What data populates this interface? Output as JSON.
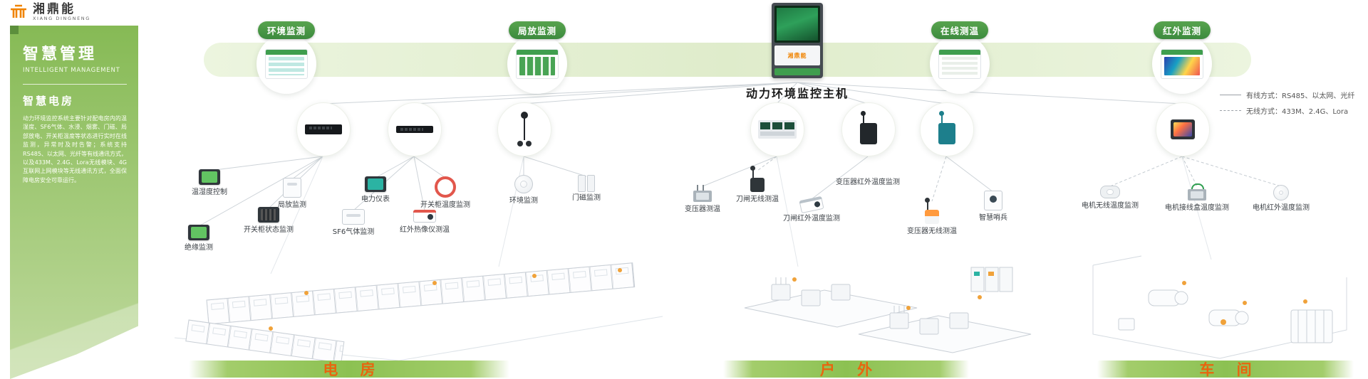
{
  "brand": {
    "logo_text": "湘鼎能",
    "logo_sub": "XIANG DINGNENG"
  },
  "sidebar": {
    "title": "智慧管理",
    "subtitle": "INTELLIGENT MANAGEMENT",
    "section_title": "智慧电房",
    "description": "动力环境监控系统主要针对配电房内的温湿度、SF6气体、水浸、烟雾、门磁、局部放电、开关柜温度等状态进行实时在线监测，异常时及时告警；系统支持RS485、以太网、光纤等有线通讯方式，以及433M、2.4G、Lora无线模块、4G互联网上网模块等无线通讯方式，全面保障电房安全可靠运行。"
  },
  "legend": {
    "wired_label": "有线方式：RS485、以太网、光纤",
    "wireless_label": "无线方式：433M、2.4G、Lora"
  },
  "host": {
    "label": "动力环境监控主机",
    "brand": "湘鼎能"
  },
  "badges": [
    {
      "label": "环境监测"
    },
    {
      "label": "局放监测"
    },
    {
      "label": "在线测温"
    },
    {
      "label": "红外监测"
    }
  ],
  "sections": [
    {
      "id": "power-room",
      "banner": "电 房",
      "devices": [
        {
          "label": "温湿度控制"
        },
        {
          "label": "局放监测"
        },
        {
          "label": "电力仪表"
        },
        {
          "label": "开关柜温度监测"
        },
        {
          "label": "环境监测"
        },
        {
          "label": "门磁监测"
        },
        {
          "label": "开关柜状态监测"
        },
        {
          "label": "SF6气体监测"
        },
        {
          "label": "红外热像仪测温"
        },
        {
          "label": "绝缘监测"
        }
      ]
    },
    {
      "id": "outdoor",
      "banner": "户 外",
      "devices": [
        {
          "label": "变压器测温"
        },
        {
          "label": "刀闸无线测温"
        },
        {
          "label": "刀闸红外温度监测"
        },
        {
          "label": "变压器红外温度监测"
        },
        {
          "label": "变压器无线测温"
        },
        {
          "label": "智慧哨兵"
        }
      ]
    },
    {
      "id": "workshop",
      "banner": "车 间",
      "devices": [
        {
          "label": "电机无线温度监测"
        },
        {
          "label": "电机接线盒温度监测"
        },
        {
          "label": "电机红外温度监测"
        }
      ]
    }
  ],
  "colors": {
    "band_green": "#8cbd5e",
    "pill_green": "#3f9e4e",
    "banner_green": "#8cc152",
    "accent_orange": "#e8650f",
    "logo_orange": "#f08300"
  }
}
